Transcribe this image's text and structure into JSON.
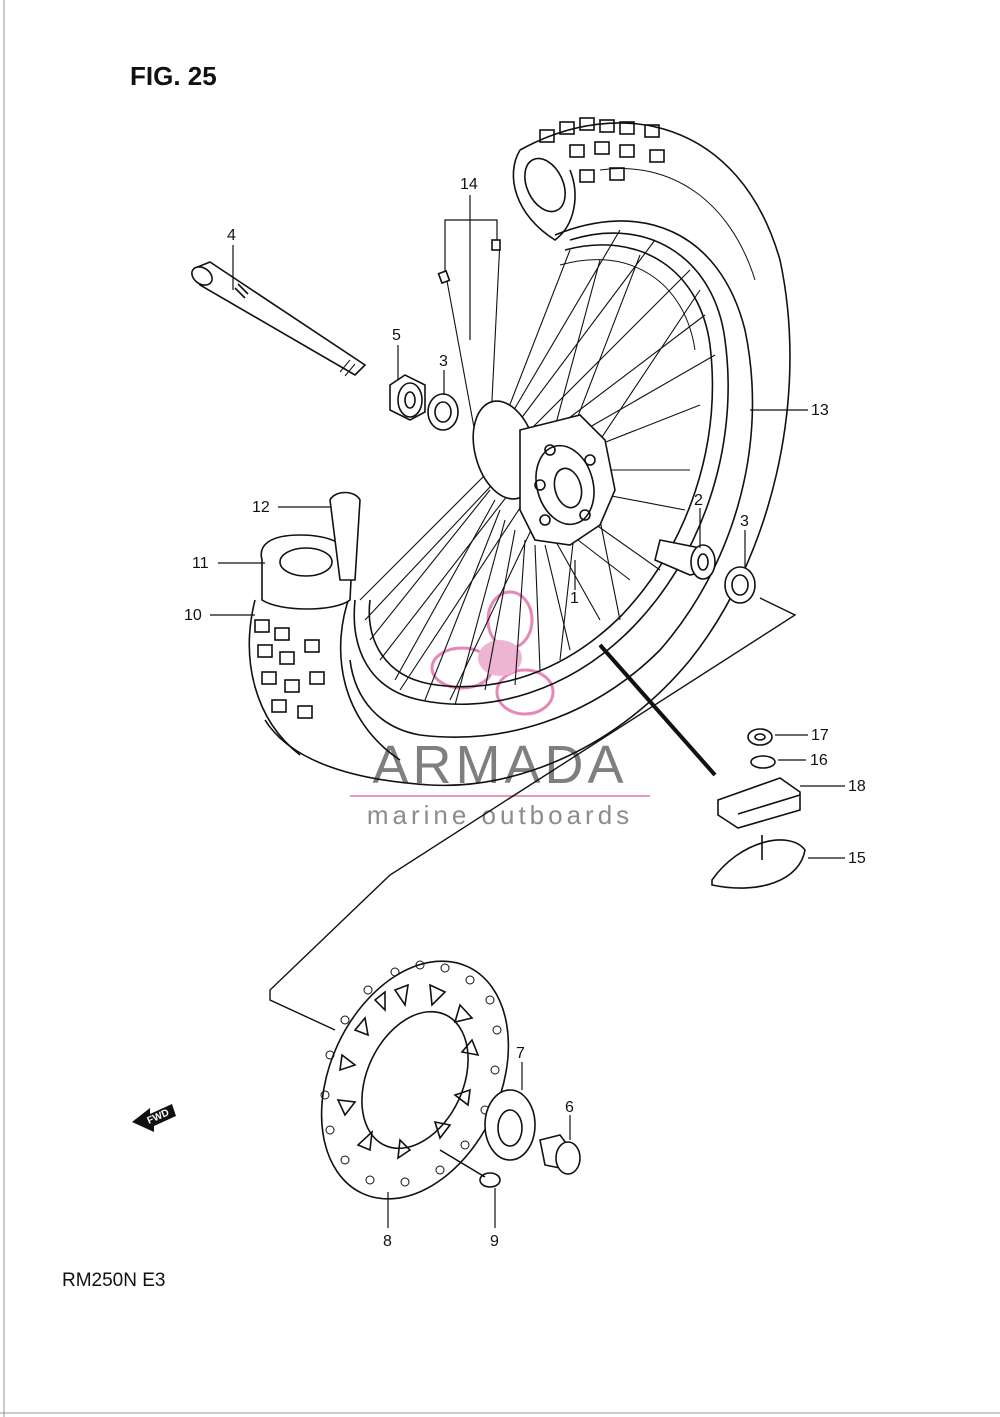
{
  "figure": {
    "title": "FIG. 25",
    "model_code": "RM250N  E3"
  },
  "direction_marker": {
    "label": "FWD",
    "icon": "fwd-arrow-icon"
  },
  "watermark": {
    "name": "ARMADA",
    "subtitle": "marine outboards",
    "icon": "propeller-logo-icon",
    "accent_color": "#e06aa8",
    "text_color": "#555555"
  },
  "callouts": [
    {
      "id": "c1",
      "label": "1"
    },
    {
      "id": "c2",
      "label": "2"
    },
    {
      "id": "c3a",
      "label": "3"
    },
    {
      "id": "c3b",
      "label": "3"
    },
    {
      "id": "c4",
      "label": "4"
    },
    {
      "id": "c5",
      "label": "5"
    },
    {
      "id": "c6",
      "label": "6"
    },
    {
      "id": "c7",
      "label": "7"
    },
    {
      "id": "c8",
      "label": "8"
    },
    {
      "id": "c9",
      "label": "9"
    },
    {
      "id": "c10",
      "label": "10"
    },
    {
      "id": "c11",
      "label": "11"
    },
    {
      "id": "c12",
      "label": "12"
    },
    {
      "id": "c13",
      "label": "13"
    },
    {
      "id": "c14",
      "label": "14"
    },
    {
      "id": "c15",
      "label": "15"
    },
    {
      "id": "c16",
      "label": "16"
    },
    {
      "id": "c17",
      "label": "17"
    },
    {
      "id": "c18",
      "label": "18"
    }
  ]
}
